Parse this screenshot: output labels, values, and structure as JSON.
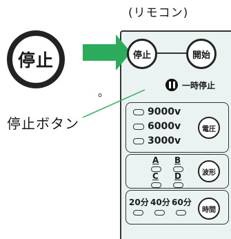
{
  "header": {
    "title": "(リモコン)"
  },
  "callout": {
    "big_button_label": "停止",
    "period": "。",
    "pointer_label": "停止ボタン"
  },
  "remote": {
    "stop_label": "停止",
    "start_label": "開始",
    "pause_label": "一時停止",
    "voltage": {
      "levels": [
        "9000v",
        "6000v",
        "3000v"
      ],
      "button_label": "電圧"
    },
    "waveform": {
      "options": [
        "A",
        "B",
        "C",
        "D"
      ],
      "button_label": "波形"
    },
    "timer": {
      "options": [
        "20分",
        "40分",
        "60分"
      ],
      "button_label": "時間"
    }
  },
  "colors": {
    "arrow": "#2bab5b",
    "panel": "#eaf2f2"
  }
}
